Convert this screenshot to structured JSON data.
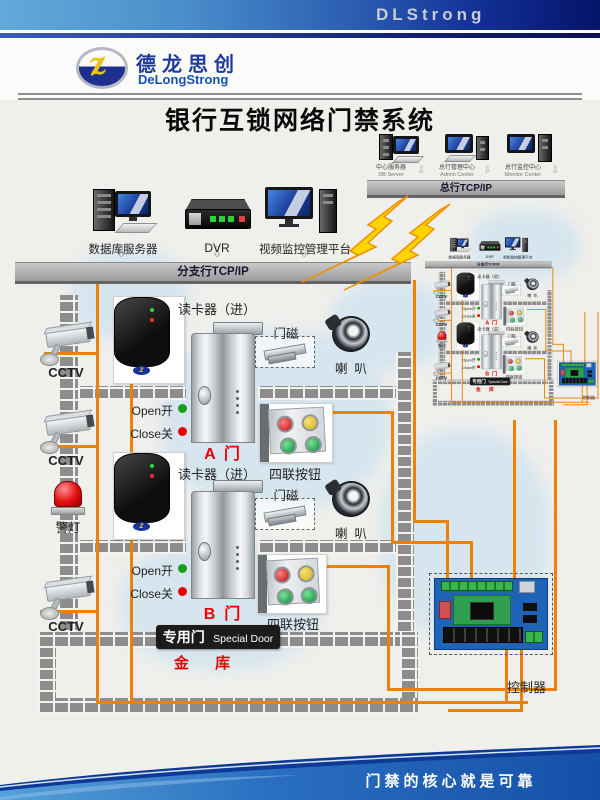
{
  "header": {
    "brand": "DLStrong",
    "logo_cn": "德龙思创",
    "logo_en": "DeLongStrong"
  },
  "title": "银行互锁网络门禁系统",
  "head_office": {
    "bus": "总行TCP/IP",
    "computers": [
      {
        "cn": "中心服务器",
        "en": "DB Server"
      },
      {
        "cn": "总行管理中心",
        "en": "Admin Center"
      },
      {
        "cn": "总行监控中心",
        "en": "Monitor Center"
      }
    ]
  },
  "branch": {
    "bus": "分支行TCP/IP",
    "devices": [
      {
        "label": "数据库服务器"
      },
      {
        "label": "DVR"
      },
      {
        "label": "视频监控管理平台"
      }
    ],
    "cctv": "CCTV",
    "alarm": "警灯",
    "door_a": {
      "name": "A  门",
      "reader": "读卡器（进）",
      "magnet": "门磁",
      "speaker": "喇  叭",
      "buttons": "四联按钮",
      "open": "Open开",
      "close": "Close关"
    },
    "door_b": {
      "name": "B  门",
      "reader": "读卡器（进）",
      "magnet": "门磁",
      "speaker": "喇  叭",
      "buttons": "四联按钮",
      "open": "Open开",
      "close": "Close关"
    },
    "special_door": {
      "cn": "专用门",
      "en": "Special Door"
    },
    "vault": "金  库",
    "controller": "控制器"
  },
  "footer": {
    "slogan": "门禁的核心就是可靠"
  },
  "colors": {
    "wire_orange": "#ee8200",
    "brand_navy": "#0a1468",
    "alert_red": "#e60000",
    "ok_green": "#15a015",
    "bolt_yellow": "#ffd400"
  }
}
